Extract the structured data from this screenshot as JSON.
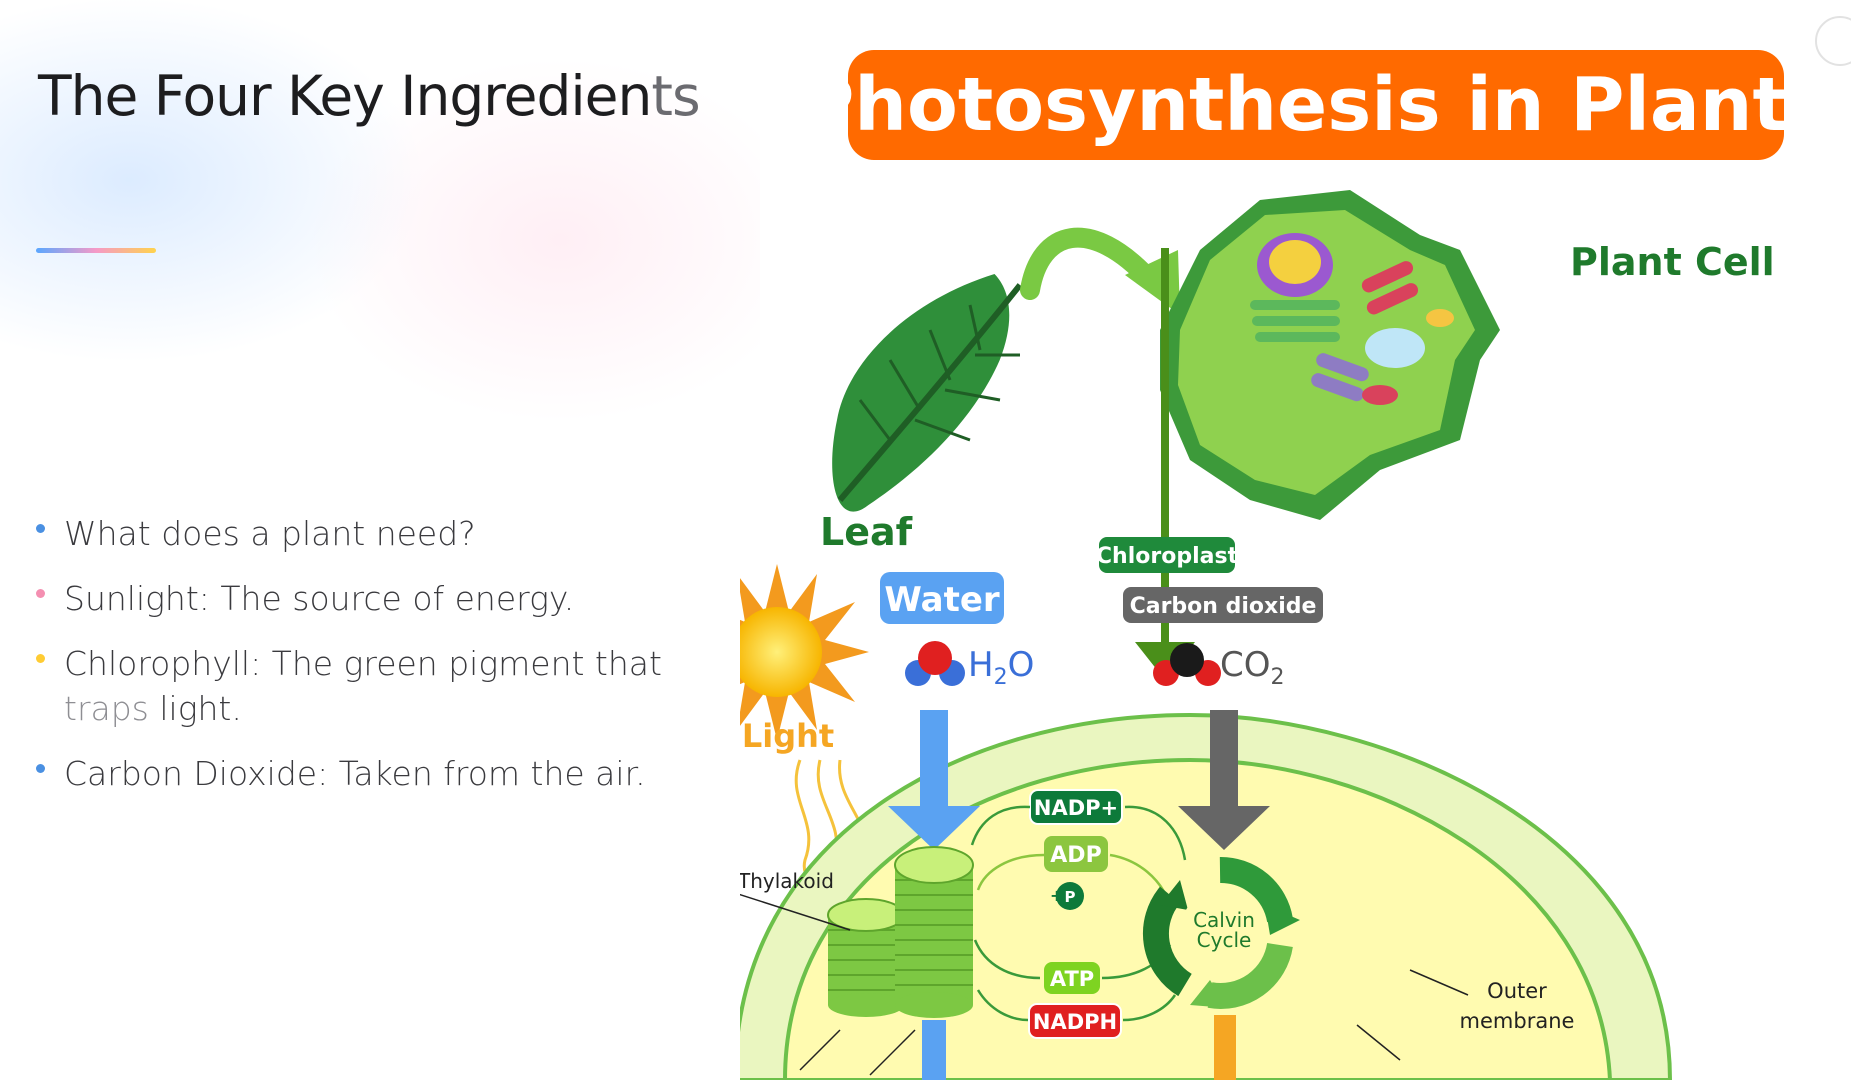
{
  "left": {
    "title_main": "The Four Key Ingredien",
    "title_fade": "ts",
    "bullets": [
      {
        "text": "What does a plant need?",
        "tail": "",
        "color": "#4a90e2"
      },
      {
        "text": "Sunlight: The source of energy.",
        "tail": "",
        "color": "#f48fb1"
      },
      {
        "text": "Chlorophyll: The green pigment that ",
        "tail": "traps",
        "after": " light.",
        "color": "#ffcc33"
      },
      {
        "text": "Carbon Dioxide: Taken from the air.",
        "tail": "",
        "color": "#4a90e2"
      }
    ]
  },
  "diagram": {
    "banner": "Photosynthesis in Plants",
    "labels": {
      "leaf": "Leaf",
      "plant_cell": "Plant Cell",
      "chloroplast": "Chloroplast",
      "carbon_dioxide": "Carbon dioxide",
      "water": "Water",
      "light": "Light",
      "h2o_h": "H",
      "h2o_sub": "2",
      "h2o_o": "O",
      "co2_co": "CO",
      "co2_sub": "2",
      "thylakoid": "Thylakoid",
      "outer_membrane_1": "Outer",
      "outer_membrane_2": "membrane",
      "nadp": "NADP+",
      "adp": "ADP",
      "p": "P",
      "plus": "+",
      "atp": "ATP",
      "nadph": "NADPH",
      "calvin_1": "Calvin",
      "calvin_2": "Cycle"
    },
    "colors": {
      "banner": "#ff6a00",
      "leaf": "#2f8f3a",
      "cell_dark": "#3d9a3a",
      "cell_light": "#8fd14f",
      "chloroplast_tag": "#1f8a3b",
      "co2_tag": "#666666",
      "water_tag": "#5aa2f2",
      "light_text": "#f5a623",
      "stroma": "#fffbb0",
      "membrane": "#6cc04a",
      "nadp_tag": "#0d7a3a",
      "adp_tag": "#8cc63f",
      "atp_tag": "#7ed321",
      "nadph_tag": "#e02020"
    }
  }
}
